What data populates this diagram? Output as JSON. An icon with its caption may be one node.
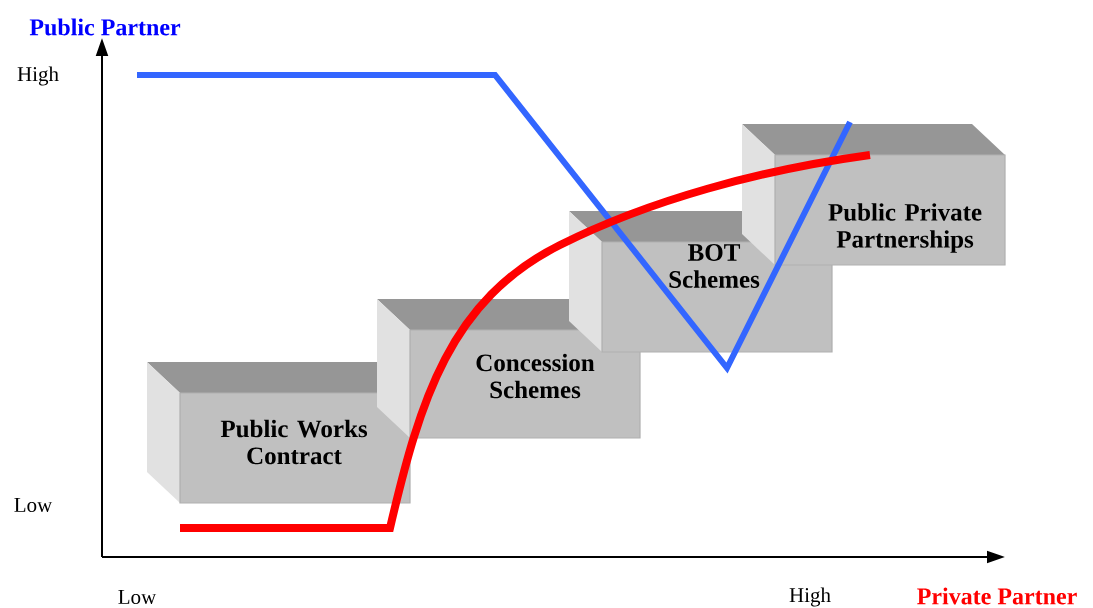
{
  "diagram": {
    "nodes": [
      {
        "text": [
          "Public Works Contract"
        ]
      },
      {
        "text": [
          "Concession Schemes"
        ]
      },
      {
        "text": [
          "BOT Schemes"
        ]
      },
      {
        "text": [
          "Public Private Partnerships"
        ]
      }
    ],
    "labels": [
      "Public Partner",
      "High",
      "Low",
      "Low",
      "High",
      "Private Partner"
    ]
  }
}
